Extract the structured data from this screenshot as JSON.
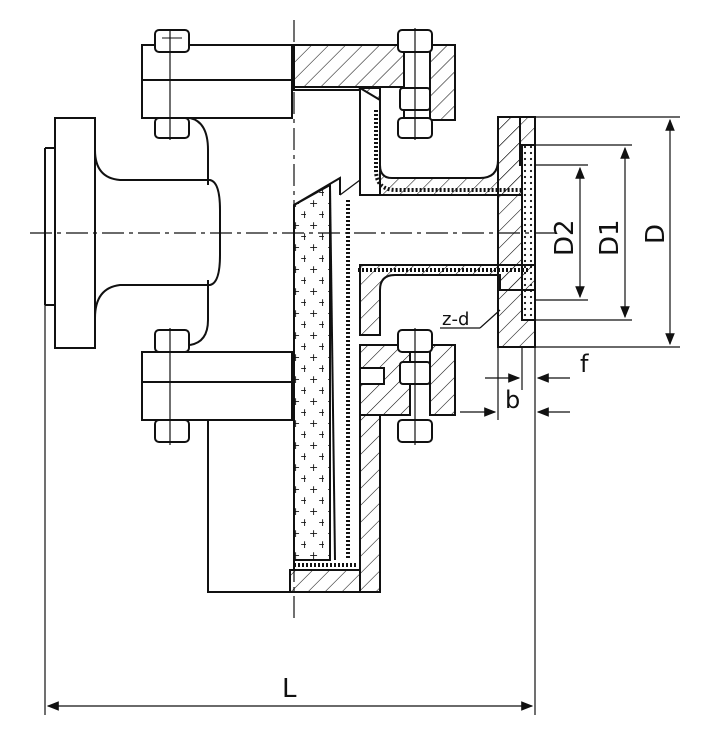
{
  "diagram": {
    "type": "technical-drawing",
    "subject": "lined-strainer cross-section",
    "colors": {
      "line": "#111111",
      "background": "#ffffff"
    }
  },
  "labels": {
    "L": "L",
    "D": "D",
    "D1": "D1",
    "D2": "D2",
    "f": "f",
    "b": "b",
    "zd": "z-d"
  }
}
